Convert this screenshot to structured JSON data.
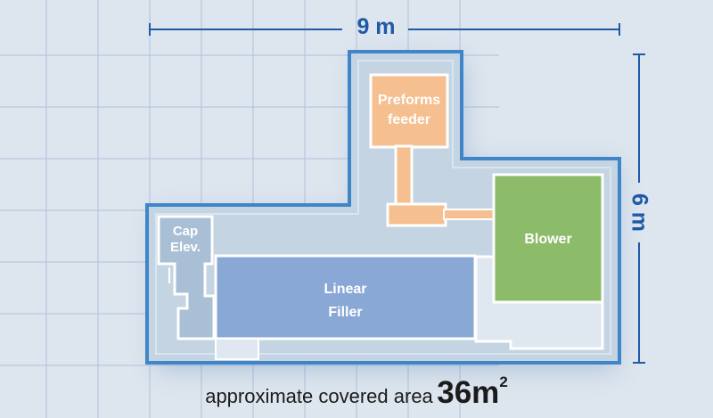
{
  "dimensions": {
    "width_label": "9 m",
    "depth_label": "6 m"
  },
  "machines": {
    "preforms_feeder": {
      "line1": "Preforms",
      "line2": "feeder",
      "color": "#f6bf8f"
    },
    "blower": {
      "label": "Blower",
      "color": "#8cbb6a"
    },
    "cap_elevator": {
      "line1": "Cap",
      "line2": "Elev.",
      "color": "#a9bfd6"
    },
    "linear_filler": {
      "line1": "Linear",
      "line2": "Filler",
      "color": "#8aa8d6"
    }
  },
  "caption": {
    "text": "approximate covered area",
    "value": "36m",
    "superscript": "2"
  },
  "colors": {
    "accent": "#1f5aa6",
    "outline": "#3f86c9",
    "background": "#dde5ee",
    "grid": "#9fb6d4"
  }
}
